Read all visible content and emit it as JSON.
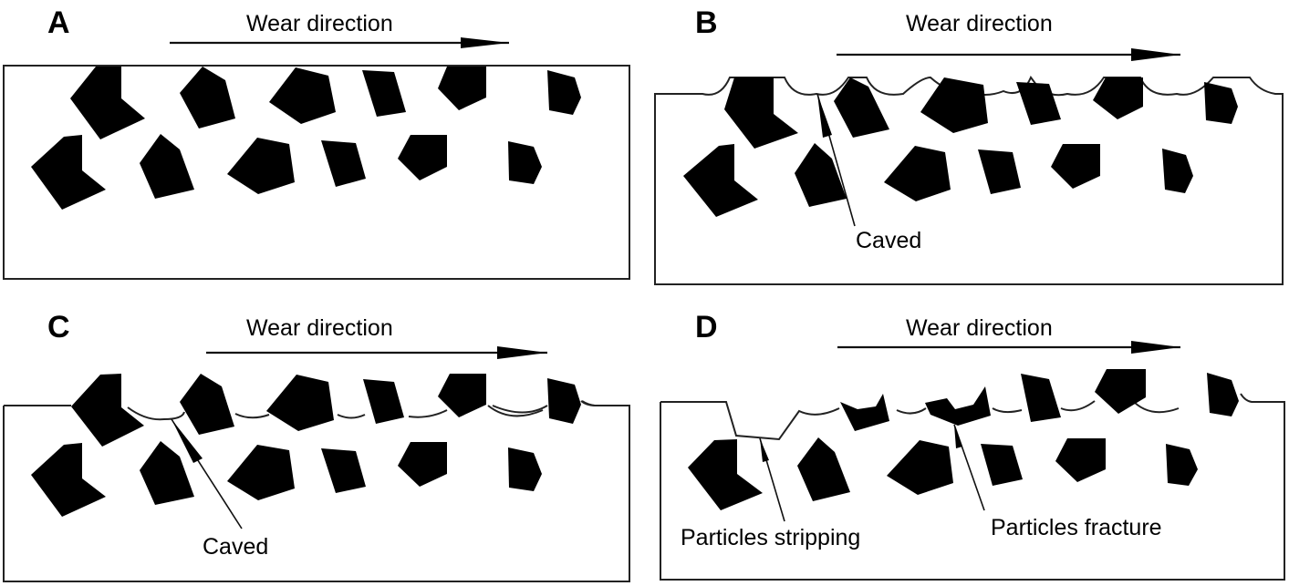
{
  "figure": {
    "panels": [
      {
        "id": "A",
        "letter": "A",
        "direction_label": "Wear direction",
        "state": "initial",
        "annotations": []
      },
      {
        "id": "B",
        "letter": "B",
        "direction_label": "Wear direction",
        "state": "binder-worn-caved",
        "annotations": [
          {
            "label": "Caved"
          }
        ]
      },
      {
        "id": "C",
        "letter": "C",
        "direction_label": "Wear direction",
        "state": "particles-protruding-caved",
        "annotations": [
          {
            "label": "Caved"
          }
        ]
      },
      {
        "id": "D",
        "letter": "D",
        "direction_label": "Wear direction",
        "state": "particles-stripping-fracture",
        "annotations": [
          {
            "label": "Particles stripping"
          },
          {
            "label": "Particles fracture"
          }
        ]
      }
    ],
    "icons": {
      "direction_arrow": "right-arrow-icon",
      "pointer_arrow": "up-pointer-arrow-icon",
      "particle": "hard-particle-polygon"
    },
    "colors": {
      "particle": "#000000",
      "outline": "#222222",
      "background": "#ffffff"
    }
  }
}
